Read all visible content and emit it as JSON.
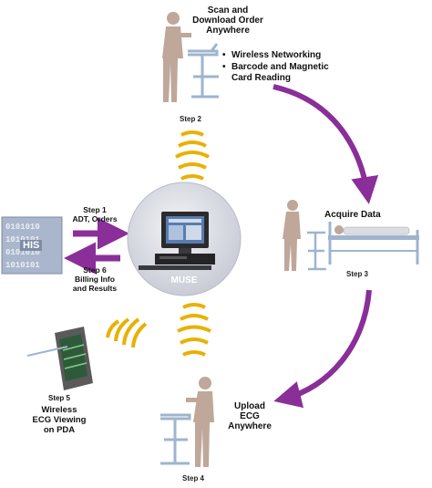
{
  "step2": {
    "title_line1": "Scan and",
    "title_line2": "Download Order",
    "title_line3": "Anywhere",
    "bullets": [
      "Wireless Networking",
      "Barcode and Magnetic",
      "Card Reading"
    ],
    "label": "Step 2"
  },
  "step3": {
    "title": "Acquire Data",
    "label": "Step 3"
  },
  "step4": {
    "title_line1": "Upload",
    "title_line2": "ECG",
    "title_line3": "Anywhere",
    "label": "Step 4"
  },
  "step5": {
    "label": "Step 5",
    "line1": "Wireless",
    "line2": "ECG Viewing",
    "line3": "on PDA"
  },
  "step1": {
    "label": "Step 1",
    "text": "ADT, Orders"
  },
  "step6": {
    "label": "Step 6",
    "line1": "Billing Info",
    "line2": "and Results"
  },
  "his": {
    "label": "HIS",
    "binary": [
      "0101010",
      "1010101",
      "0101010",
      "1010101"
    ]
  },
  "center": {
    "label": "MUSE"
  },
  "colors": {
    "arrow": "#8a2e99",
    "wave": "#e8b100",
    "person": "#bfa79a",
    "cart": "#9eb4cf",
    "circle": "#dcdfe6"
  }
}
